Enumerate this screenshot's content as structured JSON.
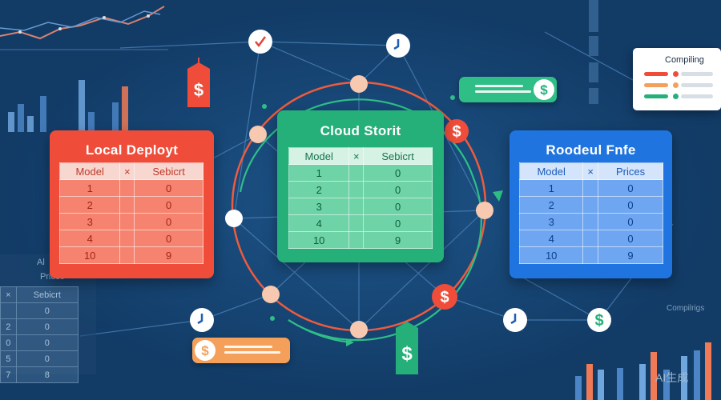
{
  "panels": {
    "local": {
      "title": "Local Deployt",
      "headers": [
        "Model",
        "×",
        "Sebicrt"
      ],
      "rows": [
        [
          "1",
          "",
          "0"
        ],
        [
          "2",
          "",
          "0"
        ],
        [
          "3",
          "",
          "0"
        ],
        [
          "4",
          "",
          "0"
        ],
        [
          "10",
          "",
          "9"
        ]
      ]
    },
    "cloud": {
      "title": "Cloud Storit",
      "headers": [
        "Model",
        "×",
        "Sebicrt"
      ],
      "rows": [
        [
          "1",
          "",
          "0"
        ],
        [
          "2",
          "",
          "0"
        ],
        [
          "3",
          "",
          "0"
        ],
        [
          "4",
          "",
          "0"
        ],
        [
          "10",
          "",
          "9"
        ]
      ]
    },
    "region": {
      "title": "Roodeul Fnfe",
      "headers": [
        "Model",
        "×",
        "Prices"
      ],
      "rows": [
        [
          "1",
          "",
          "0"
        ],
        [
          "2",
          "",
          "0"
        ],
        [
          "3",
          "",
          "0"
        ],
        [
          "4",
          "",
          "0"
        ],
        [
          "10",
          "",
          "9"
        ]
      ]
    }
  },
  "ghost_left": {
    "title": "Al",
    "subtitle": "Prices",
    "rows": [
      [
        "×",
        "Sebicrt"
      ],
      [
        "",
        "0"
      ],
      [
        "2",
        "0"
      ],
      [
        "0",
        "0"
      ],
      [
        "5",
        "0"
      ],
      [
        "7",
        "8"
      ]
    ]
  },
  "legend_card": {
    "caption": "Compiling"
  },
  "faint": {
    "bottom_right": "Compilrigs",
    "watermark": "AI生成"
  },
  "colors": {
    "red": "#ef4d3a",
    "green": "#25b07a",
    "blue": "#1f74e0",
    "orange": "#f5a05a",
    "peach": "#f7c9b0",
    "background": "#123b66"
  },
  "icons": {
    "node_check": "check-icon",
    "node_clock": "clock-icon",
    "price_tag": "dollar-tag-icon",
    "coin": "dollar-coin-icon"
  }
}
